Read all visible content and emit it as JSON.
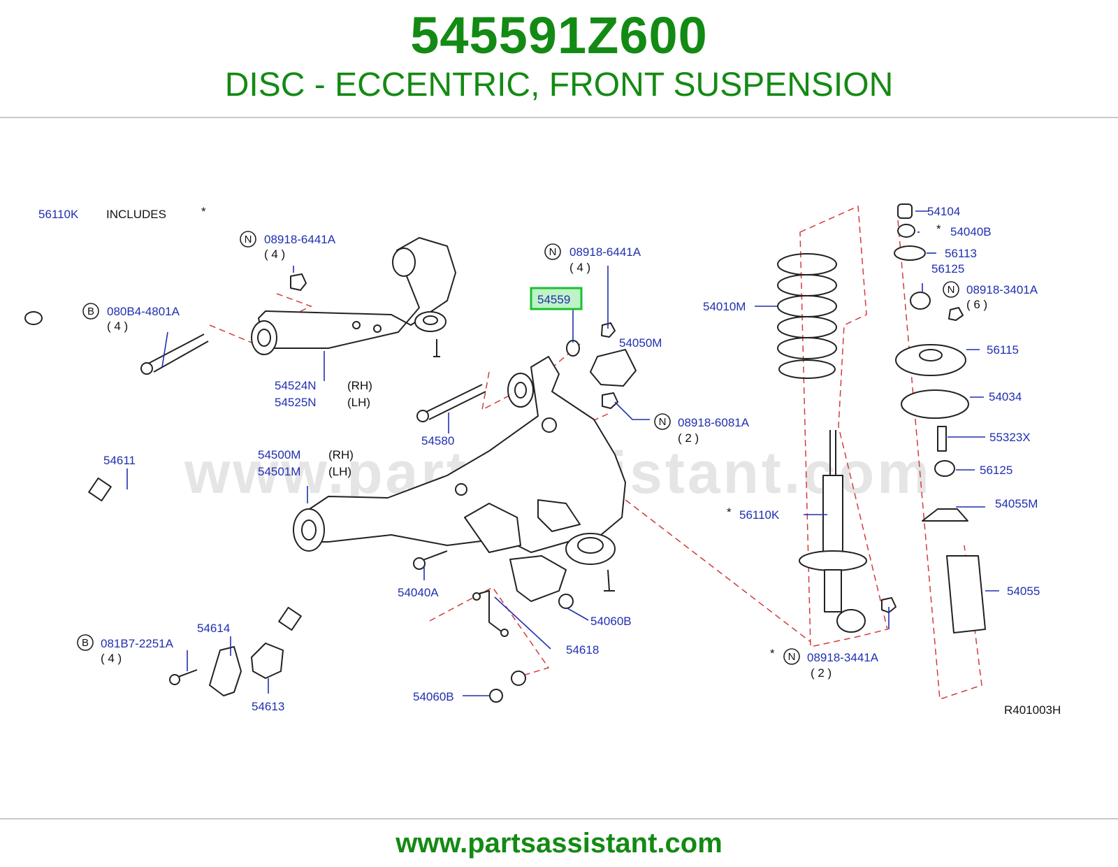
{
  "header": {
    "part_number": "545591Z600",
    "part_name": "DISC - ECCENTRIC, FRONT SUSPENSION"
  },
  "footer": {
    "url": "www.partsassistant.com"
  },
  "diagram": {
    "watermark": "www.partsassistant.com",
    "ref_code": "R401003H",
    "includes_note": {
      "part": "56110K",
      "text": "INCLUDES",
      "mark": "*"
    },
    "highlighted_part": "54559",
    "colors": {
      "brand_green": "#138a13",
      "label_blue": "#1f2fb0",
      "leader_red": "#d23c3c",
      "highlight_green": "#19c12e"
    },
    "callouts": [
      {
        "id": "08918-6441A-a",
        "prefix": "N",
        "part": "08918-6441A",
        "qty": "( 4 )"
      },
      {
        "id": "080B4-4801A",
        "prefix": "B",
        "part": "080B4-4801A",
        "qty": "( 4 )"
      },
      {
        "id": "54524N",
        "part": "54524N",
        "side": "(RH)"
      },
      {
        "id": "54525N",
        "part": "54525N",
        "side": "(LH)"
      },
      {
        "id": "08918-6441A-b",
        "prefix": "N",
        "part": "08918-6441A",
        "qty": "( 4 )"
      },
      {
        "id": "54559",
        "part": "54559"
      },
      {
        "id": "54050M",
        "part": "54050M"
      },
      {
        "id": "54580",
        "part": "54580"
      },
      {
        "id": "08918-6081A",
        "prefix": "N",
        "part": "08918-6081A",
        "qty": "( 2 )"
      },
      {
        "id": "54611",
        "part": "54611"
      },
      {
        "id": "54500M",
        "part": "54500M",
        "side": "(RH)"
      },
      {
        "id": "54501M",
        "part": "54501M",
        "side": "(LH)"
      },
      {
        "id": "54040A",
        "part": "54040A"
      },
      {
        "id": "54060B-a",
        "part": "54060B"
      },
      {
        "id": "54618",
        "part": "54618"
      },
      {
        "id": "081B7-2251A",
        "prefix": "B",
        "part": "081B7-2251A",
        "qty": "( 4 )"
      },
      {
        "id": "54614",
        "part": "54614"
      },
      {
        "id": "54613",
        "part": "54613"
      },
      {
        "id": "54060B-b",
        "part": "54060B"
      },
      {
        "id": "54010M",
        "part": "54010M"
      },
      {
        "id": "56110K",
        "part": "56110K",
        "mark": "*"
      },
      {
        "id": "08918-3441A",
        "prefix": "N",
        "part": "08918-3441A",
        "qty": "( 2 )",
        "mark": "*"
      },
      {
        "id": "54104",
        "part": "54104"
      },
      {
        "id": "54040B",
        "part": "54040B",
        "mark": "*"
      },
      {
        "id": "56113",
        "part": "56113"
      },
      {
        "id": "56125-a",
        "part": "56125"
      },
      {
        "id": "08918-3401A",
        "prefix": "N",
        "part": "08918-3401A",
        "qty": "( 6 )"
      },
      {
        "id": "56115",
        "part": "56115"
      },
      {
        "id": "54034",
        "part": "54034"
      },
      {
        "id": "55323X",
        "part": "55323X"
      },
      {
        "id": "56125-b",
        "part": "56125"
      },
      {
        "id": "54055M",
        "part": "54055M"
      },
      {
        "id": "54055",
        "part": "54055"
      }
    ]
  }
}
